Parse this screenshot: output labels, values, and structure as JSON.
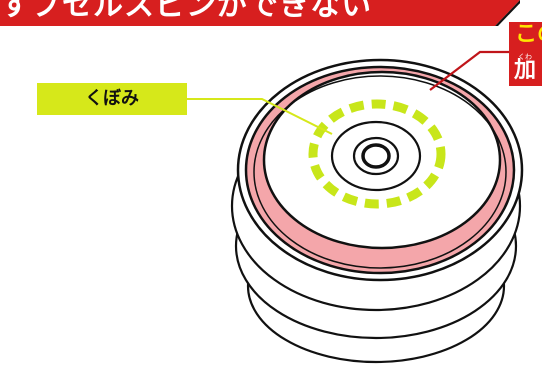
{
  "title": {
    "text": "すプセルスピンができない"
  },
  "callout": {
    "line1": "この",
    "ruby": "くわ",
    "line2": "加"
  },
  "label": {
    "text": "くぼみ"
  },
  "colors": {
    "banner": "#d71f1f",
    "callout_box": "#d71f1f",
    "callout_line": "#c0151a",
    "label_bg": "#d6e81a",
    "pointer_line": "#d6e81a",
    "pink_ring": "#f4a6aa",
    "dashed_ring": "#c8e61a",
    "outline": "#111111"
  }
}
